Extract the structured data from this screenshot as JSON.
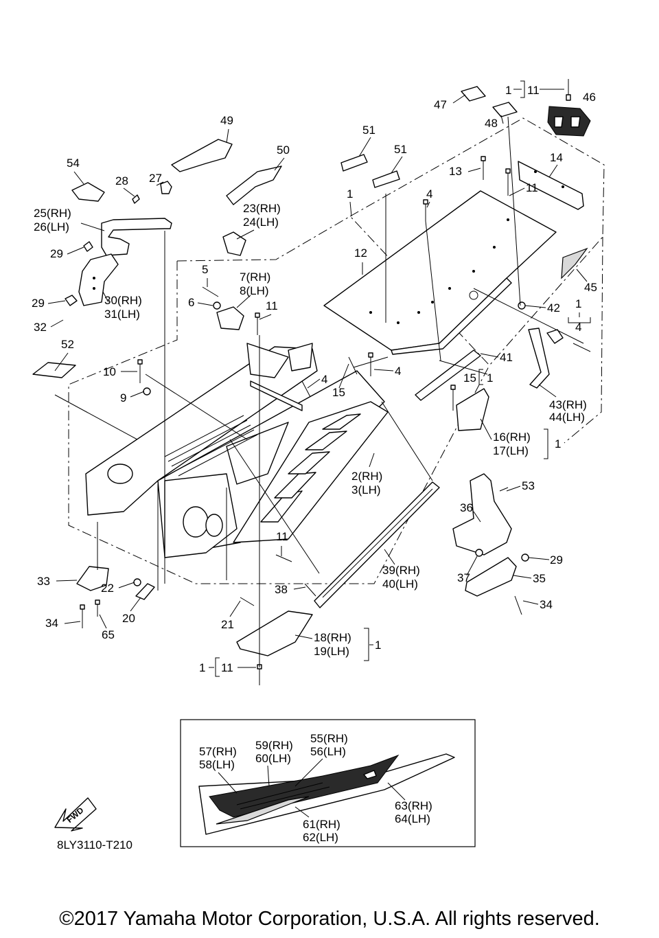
{
  "diagram": {
    "code": "8LY3110-T210",
    "fwd_label": "FWD",
    "copyright": "©2017 Yamaha Motor Corporation, U.S.A. All rights reserved.",
    "callouts": {
      "c1a": "1",
      "c11a": "11",
      "c46": "46",
      "c47": "47",
      "c48": "48",
      "c49": "49",
      "c50": "50",
      "c51a": "51",
      "c51b": "51",
      "c54": "54",
      "c27": "27",
      "c28": "28",
      "c25": "25(RH)",
      "c26": "26(LH)",
      "c13": "13",
      "c14": "14",
      "c11b": "11",
      "c4a": "4",
      "c1b": "1",
      "c23": "23(RH)",
      "c24": "24(LH)",
      "c29a": "29",
      "c12": "12",
      "c45": "45",
      "c5": "5",
      "c7": "7(RH)",
      "c8": "8(LH)",
      "c6": "6",
      "c11c": "11",
      "c42": "42",
      "c1c": "1",
      "c4b": "4",
      "c29b": "29",
      "c30": "30(RH)",
      "c31": "31(LH)",
      "c32": "32",
      "c52": "52",
      "c41": "41",
      "c10": "10",
      "c4c": "4",
      "c4d": "4",
      "c15a": "15",
      "c15b": "15",
      "c1d": "1",
      "c9": "9",
      "c43": "43(RH)",
      "c44": "44(LH)",
      "c16": "16(RH)",
      "c17": "17(LH)",
      "c1e": "1",
      "c2": "2(RH)",
      "c3": "3(LH)",
      "c53": "53",
      "c36": "36",
      "c11d": "11",
      "c39": "39(RH)",
      "c40": "40(LH)",
      "c29c": "29",
      "c37": "37",
      "c35": "35",
      "c33": "33",
      "c22": "22",
      "c38": "38",
      "c34a": "34",
      "c20": "20",
      "c21": "21",
      "c34b": "34",
      "c65": "65",
      "c18": "18(RH)",
      "c19": "19(LH)",
      "c1f": "1",
      "c1g": "1",
      "c11e": "11",
      "c57": "57(RH)",
      "c58": "58(LH)",
      "c59": "59(RH)",
      "c60": "60(LH)",
      "c55": "55(RH)",
      "c56": "56(LH)",
      "c63": "63(RH)",
      "c64": "64(LH)",
      "c61": "61(RH)",
      "c62": "62(LH)"
    }
  }
}
